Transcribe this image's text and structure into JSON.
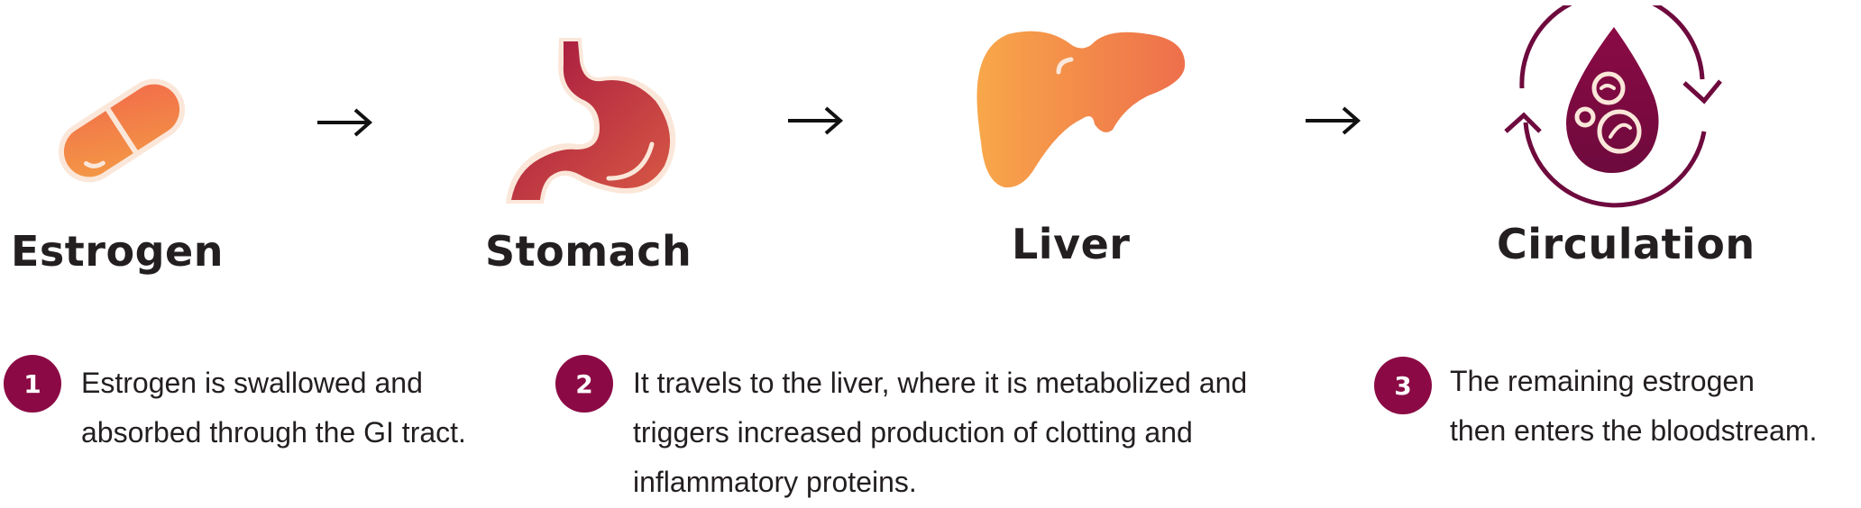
{
  "stages": [
    {
      "label": "Estrogen",
      "icon": "pill-icon"
    },
    {
      "label": "Stomach",
      "icon": "stomach-icon"
    },
    {
      "label": "Liver",
      "icon": "liver-icon"
    },
    {
      "label": "Circulation",
      "icon": "blood-drop-circulation-icon"
    }
  ],
  "arrow_icon": "right-arrow-icon",
  "steps": [
    {
      "number": "1",
      "lines": [
        "Estrogen is swallowed and",
        "absorbed through the GI tract."
      ]
    },
    {
      "number": "2",
      "lines": [
        "It travels to the liver, where it is metabolized and",
        "triggers increased production of clotting and",
        "inflammatory proteins."
      ]
    },
    {
      "number": "3",
      "lines": [
        "The remaining estrogen",
        "then enters the bloodstream."
      ]
    }
  ],
  "colors": {
    "badge": "#8b0a45",
    "orange": "#f7a84a",
    "orange_dark": "#ef6f45",
    "maroon": "#8b0a45",
    "text": "#231f20"
  }
}
